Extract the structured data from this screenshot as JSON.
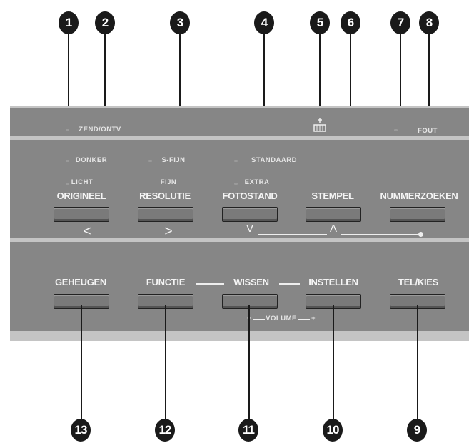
{
  "callouts": {
    "n1": "1",
    "n2": "2",
    "n3": "3",
    "n4": "4",
    "n5": "5",
    "n6": "6",
    "n7": "7",
    "n8": "8",
    "n9": "9",
    "n10": "10",
    "n11": "11",
    "n12": "12",
    "n13": "13"
  },
  "status_strip": {
    "send_receive": "ZEND/ONTV",
    "error": "FOUT",
    "memory_icon": "memory-icon"
  },
  "top_row": {
    "contrast_dark": "DONKER",
    "contrast_light": "LICHT",
    "resolution_superfine": "S-FIJN",
    "resolution_fine": "FIJN",
    "resolution_standard": "STANDAARD",
    "resolution_extra": "EXTRA",
    "buttons": {
      "origineel": "ORIGINEEL",
      "resolutie": "RESOLUTIE",
      "fotostand": "FOTOSTAND",
      "stempel": "STEMPEL",
      "nummerzoeken": "NUMMERZOEKEN"
    },
    "arrows": {
      "left": "<",
      "right": ">",
      "down": "V",
      "up": "Λ"
    }
  },
  "bottom_row": {
    "buttons": {
      "geheugen": "GEHEUGEN",
      "functie": "FUNCTIE",
      "wissen": "WISSEN",
      "instellen": "INSTELLEN",
      "telkies": "TEL/KIES"
    },
    "volume_minus": "−",
    "volume_label": "VOLUME",
    "volume_plus": "+"
  }
}
